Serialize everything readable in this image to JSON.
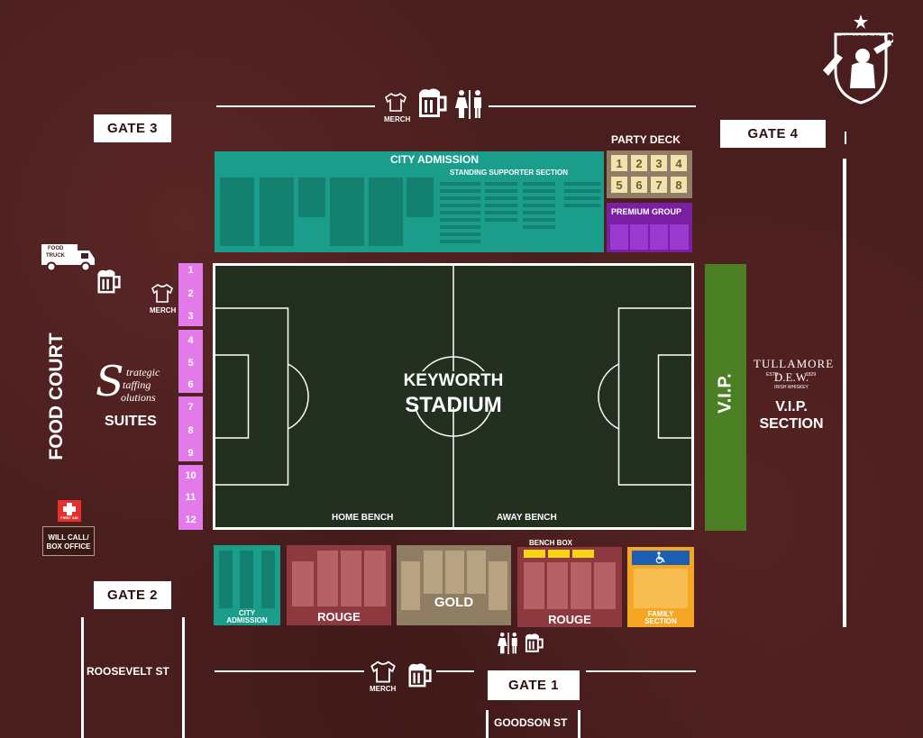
{
  "gates": {
    "gate1": "GATE 1",
    "gate2": "GATE 2",
    "gate3": "GATE 3",
    "gate4": "GATE 4"
  },
  "streets": {
    "roosevelt": "ROOSEVELT ST",
    "goodson": "GOODSON ST"
  },
  "stadium": {
    "name_line1": "KEYWORTH",
    "name_line2": "STADIUM",
    "home_bench": "HOME BENCH",
    "away_bench": "AWAY BENCH"
  },
  "sections": {
    "city_admission_north": "CITY ADMISSION",
    "standing_supporter": "STANDING SUPPORTER SECTION",
    "party_deck": "PARTY DECK",
    "party_deck_numbers": [
      "1",
      "2",
      "3",
      "4",
      "5",
      "6",
      "7",
      "8"
    ],
    "premium_group": "PREMIUM GROUP",
    "vip": "V.I.P.",
    "vip_section_line1": "V.I.P.",
    "vip_section_line2": "SECTION",
    "suites": "SUITES",
    "suite_numbers": [
      "1",
      "2",
      "3",
      "4",
      "5",
      "6",
      "7",
      "8",
      "9",
      "10",
      "11",
      "12"
    ],
    "city_admission_south_line1": "CITY",
    "city_admission_south_line2": "ADMISSION",
    "rouge_west": "ROUGE",
    "gold": "GOLD",
    "bench_box": "BENCH BOX",
    "rouge_east": "ROUGE",
    "family_section_line1": "FAMILY",
    "family_section_line2": "SECTION"
  },
  "amenities": {
    "food_court": "FOOD COURT",
    "food_truck_line1": "FOOD",
    "food_truck_line2": "TRUCK",
    "merch": "MERCH",
    "first_aid": "FIRST AID",
    "will_call_line1": "WILL CALL/",
    "will_call_line2": "BOX OFFICE"
  },
  "sponsors": {
    "tullamore": "TULLAMORE",
    "dew": "D.E.W.",
    "estd": "ESTD",
    "year": "1829",
    "irish_whiskey": "IRISH WHISKEY",
    "strategic_line1": "trategic",
    "strategic_line2": "taffing",
    "strategic_line3": "olutions",
    "club": "DETROIT CITY FC"
  },
  "colors": {
    "background": "#4a1e1e",
    "teal": "#1a9e8b",
    "pitch": "#233020",
    "vip_green": "#4a7f24",
    "suite_pink": "#e27be9",
    "purple": "#7a1fa2",
    "rouge": "#8c3a40",
    "gold": "#8f7d64",
    "family_orange": "#f5a623",
    "deck_cream": "#f0e3b0"
  }
}
